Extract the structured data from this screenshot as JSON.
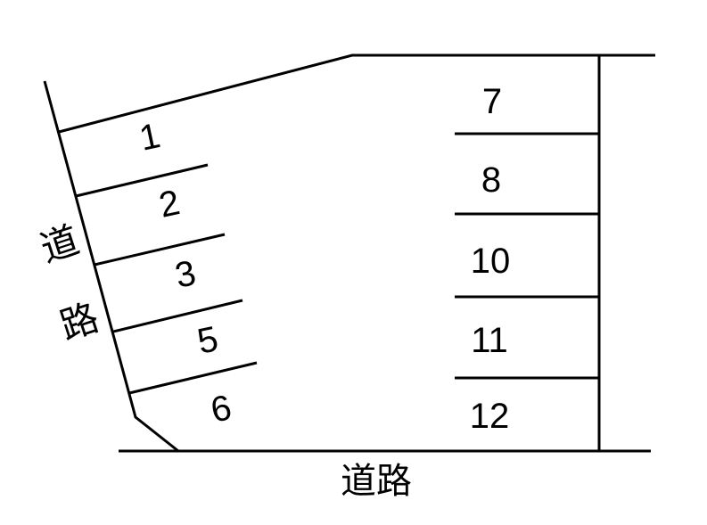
{
  "colors": {
    "line": "#000000",
    "text": "#000000",
    "background": "#ffffff"
  },
  "road_labels": {
    "left_chars": [
      "道",
      "路"
    ],
    "bottom": "道路"
  },
  "spaces": {
    "left": [
      "1",
      "2",
      "3",
      "5",
      "6"
    ],
    "right": [
      "7",
      "8",
      "10",
      "11",
      "12"
    ]
  }
}
